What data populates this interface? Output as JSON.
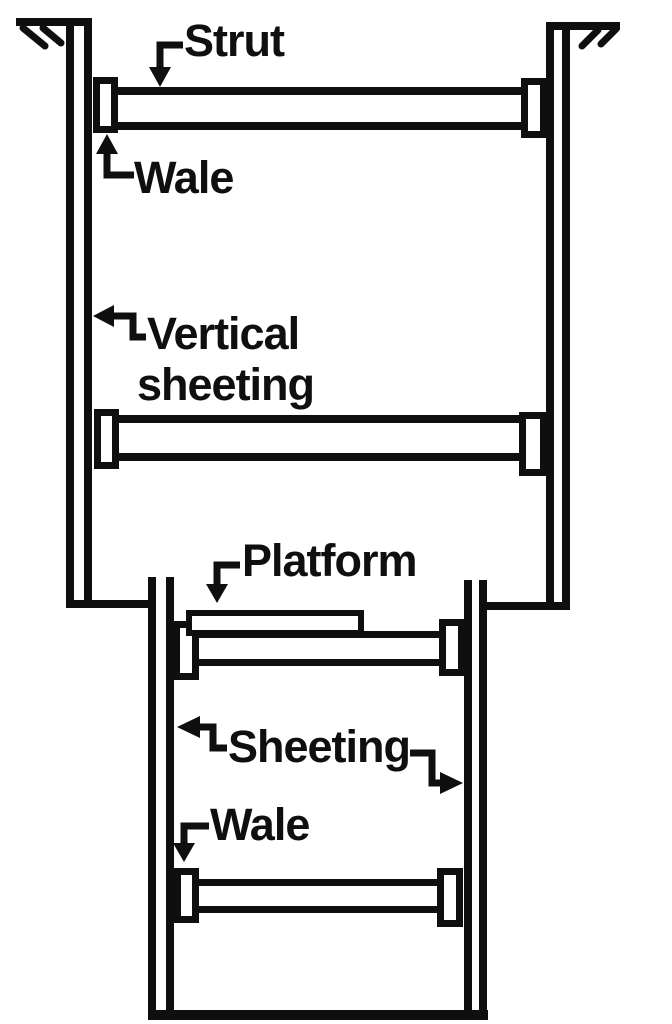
{
  "diagram": {
    "type": "trench-shoring-cross-section",
    "ink_color": "#0f0f0f",
    "background_color": "#ffffff",
    "labels": {
      "strut": "Strut",
      "wale_upper": "Wale",
      "vertical_sheeting_line1": "Vertical",
      "vertical_sheeting_line2": "sheeting",
      "platform": "Platform",
      "sheeting": "Sheeting",
      "wale_lower": "Wale"
    }
  }
}
